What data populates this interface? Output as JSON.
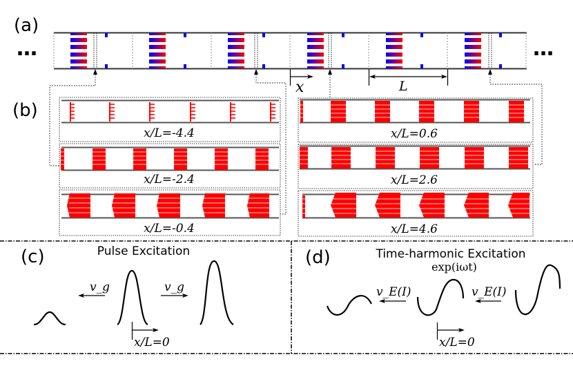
{
  "panels": {
    "a": {
      "label": "(a)",
      "ellipsis_left": "…",
      "ellipsis_right": "…",
      "x_label": "x",
      "L_label": "L"
    },
    "b": {
      "label": "(b)",
      "snapshots_left": [
        {
          "caption": "x/L=-4.4",
          "value": -4.4
        },
        {
          "caption": "x/L=-2.4",
          "value": -2.4
        },
        {
          "caption": "x/L=-0.4",
          "value": -0.4
        }
      ],
      "snapshots_right": [
        {
          "caption": "x/L=0.6",
          "value": 0.6
        },
        {
          "caption": "x/L=2.6",
          "value": 2.6
        },
        {
          "caption": "x/L=4.6",
          "value": 4.6
        }
      ]
    },
    "c": {
      "label": "(c)",
      "title": "Pulse Excitation",
      "v_left": "v_g",
      "v_right": "v_g",
      "origin": "x/L=0"
    },
    "d": {
      "label": "(d)",
      "title": "Time-harmonic Excitation",
      "subtitle": "exp(iωt)",
      "v_left": "v_E(I)",
      "v_right": "v_E(I)",
      "origin": "x/L=0"
    }
  },
  "colors": {
    "gradient_start": "#0000ff",
    "gradient_end": "#ff0000",
    "field": "#ff0000",
    "rail": "#444444",
    "marker": "#0000ff",
    "line": "#000000"
  }
}
